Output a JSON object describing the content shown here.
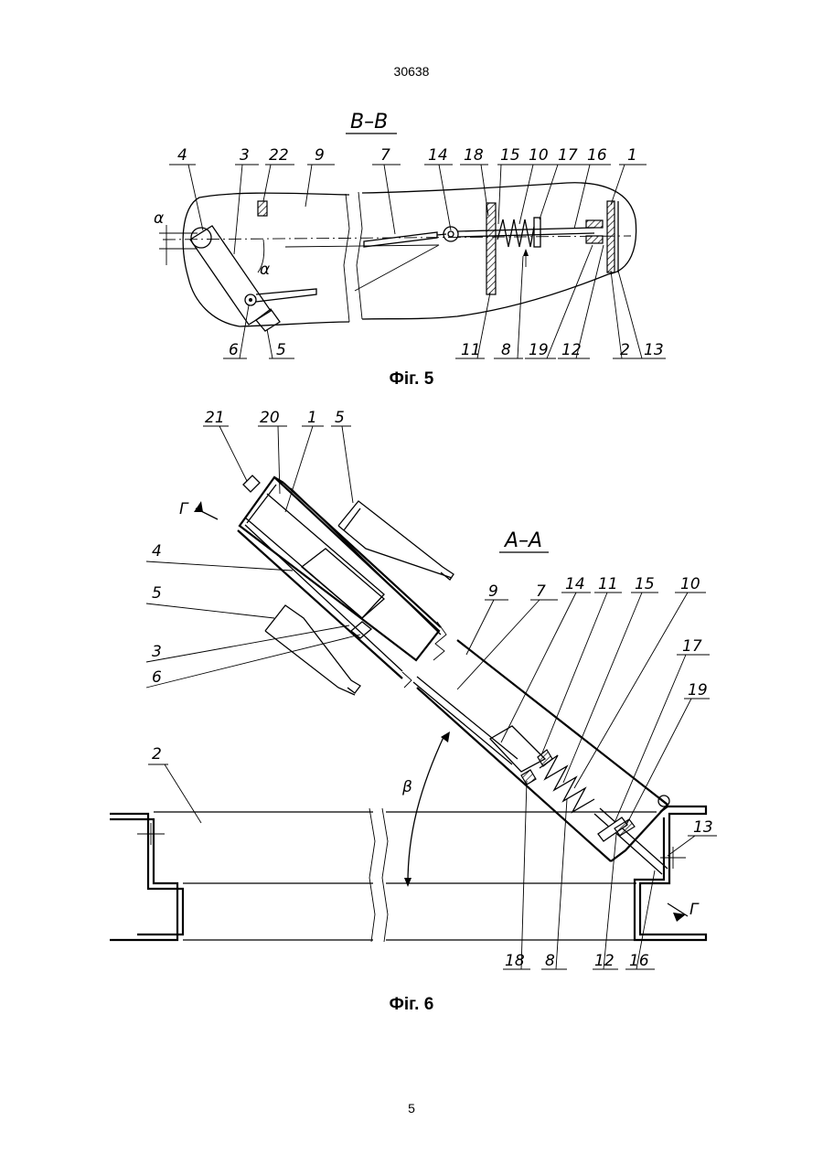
{
  "header": {
    "document_number": "30638"
  },
  "figure5": {
    "section_title": "B–B",
    "caption": "Фіг. 5",
    "angle_symbol": "α",
    "top_labels": [
      "4",
      "3",
      "22",
      "9",
      "7",
      "14",
      "18",
      "15",
      "10",
      "17",
      "16",
      "1"
    ],
    "bottom_labels": [
      "6",
      "5",
      "11",
      "8",
      "19",
      "12",
      "2",
      "13"
    ]
  },
  "figure6": {
    "section_title": "A–A",
    "caption": "Фіг. 6",
    "angle_symbol": "β",
    "section_marker": "Г",
    "top_labels": [
      "21",
      "20",
      "1",
      "5"
    ],
    "left_labels": [
      "4",
      "5",
      "3",
      "6",
      "2"
    ],
    "right_labels": [
      "9",
      "7",
      "14",
      "11",
      "15",
      "10",
      "17",
      "19",
      "13"
    ],
    "bottom_labels": [
      "18",
      "8",
      "12",
      "16"
    ]
  },
  "footer": {
    "page_number": "5"
  }
}
